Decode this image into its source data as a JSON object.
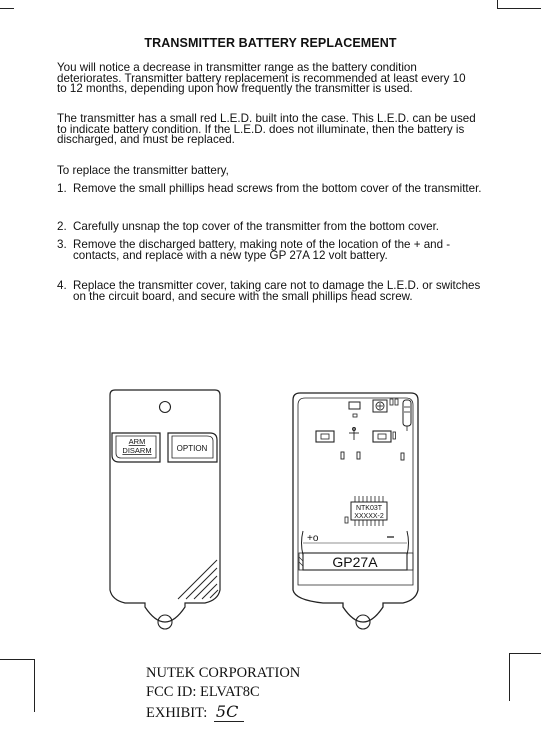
{
  "title": "TRANSMITTER BATTERY REPLACEMENT",
  "paragraphs": [
    "You will notice a decrease in transmitter range as the battery condition deteriorates. Transmitter battery replacement is recommended at least every 10 to 12 months, depending upon how frequently the transmitter is used.",
    "The transmitter has a small red L.E.D. built into the case. This L.E.D. can be used to indicate battery condition. If the L.E.D. does not illuminate, then the battery is discharged, and must be replaced.",
    "To replace the transmitter battery,"
  ],
  "steps": [
    {
      "num": "1.",
      "text": "Remove the small phillips head screws from the bottom cover of the transmitter."
    },
    {
      "num": "2.",
      "text": "Carefully unsnap the top cover of the transmitter from the bottom cover."
    },
    {
      "num": "3.",
      "text": "Remove the discharged battery, making note of the location of the + and - contacts, and replace with a new type GP 27A 12 volt battery."
    },
    {
      "num": "4.",
      "text": "Replace the transmitter cover, taking care not to damage the L.E.D. or switches on the circuit board, and secure with the small phillips head screw."
    }
  ],
  "diagram": {
    "button_arm_line1": "ARM",
    "button_arm_line2": "DISARM",
    "button_option": "OPTION",
    "chip_line1": "NTK03T",
    "chip_line2": "XXXXX-2",
    "battery_label": "GP27A",
    "battery_plus": "+o"
  },
  "footer": {
    "company": "NUTEK CORPORATION",
    "fcc_id": "FCC ID:  ELVAT8C",
    "exhibit_label": "EXHIBIT:",
    "exhibit_value": "5C"
  }
}
